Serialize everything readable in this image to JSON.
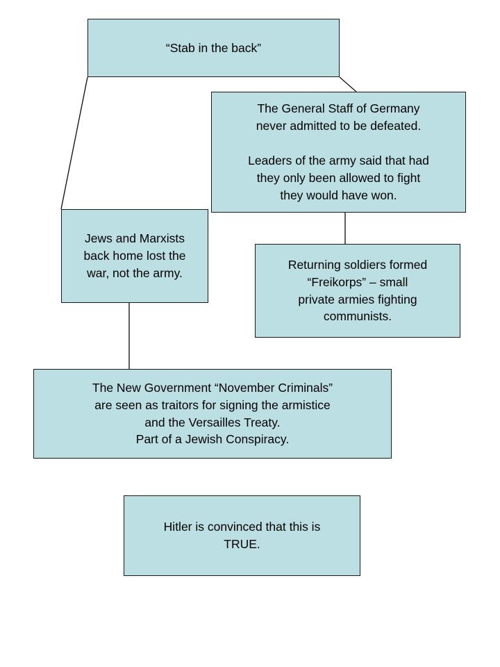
{
  "diagram": {
    "title": "Stab in the back myth flow diagram",
    "colors": {
      "node_fill": "#bcdfe3",
      "node_border": "#1a1a1a",
      "connector": "#1a1a1a",
      "background": "#ffffff",
      "text": "#000000"
    },
    "nodes": [
      {
        "id": "stab-in-the-back",
        "text": "“Stab in the back”"
      },
      {
        "id": "general-staff",
        "text": "The General Staff of Germany\nnever admitted to be defeated.\n\nLeaders of the army said that had\nthey only been allowed to fight\nthey would have won."
      },
      {
        "id": "jews-marxists",
        "text": "Jews and Marxists\nback home lost the\nwar, not the army."
      },
      {
        "id": "freikorps",
        "text": "Returning soldiers formed\n“Freikorps” – small\nprivate armies fighting\ncommunists."
      },
      {
        "id": "new-government",
        "text": "The New Government “November Criminals”\nare seen as traitors for signing the armistice\nand the Versailles Treaty.\nPart of a Jewish Conspiracy."
      },
      {
        "id": "hitler-convinced",
        "text": "Hitler is convinced that this is\nTRUE."
      }
    ],
    "connectors": [
      {
        "id": "stab-to-jews",
        "from": "stab-in-the-back",
        "to": "jews-marxists",
        "kind": "diagonal"
      },
      {
        "id": "stab-to-general-staff",
        "from": "stab-in-the-back",
        "to": "general-staff",
        "kind": "diagonal"
      },
      {
        "id": "general-staff-to-freikorps",
        "from": "general-staff",
        "to": "freikorps",
        "kind": "vertical"
      },
      {
        "id": "jews-to-new-government",
        "from": "jews-marxists",
        "to": "new-government",
        "kind": "vertical"
      }
    ]
  }
}
